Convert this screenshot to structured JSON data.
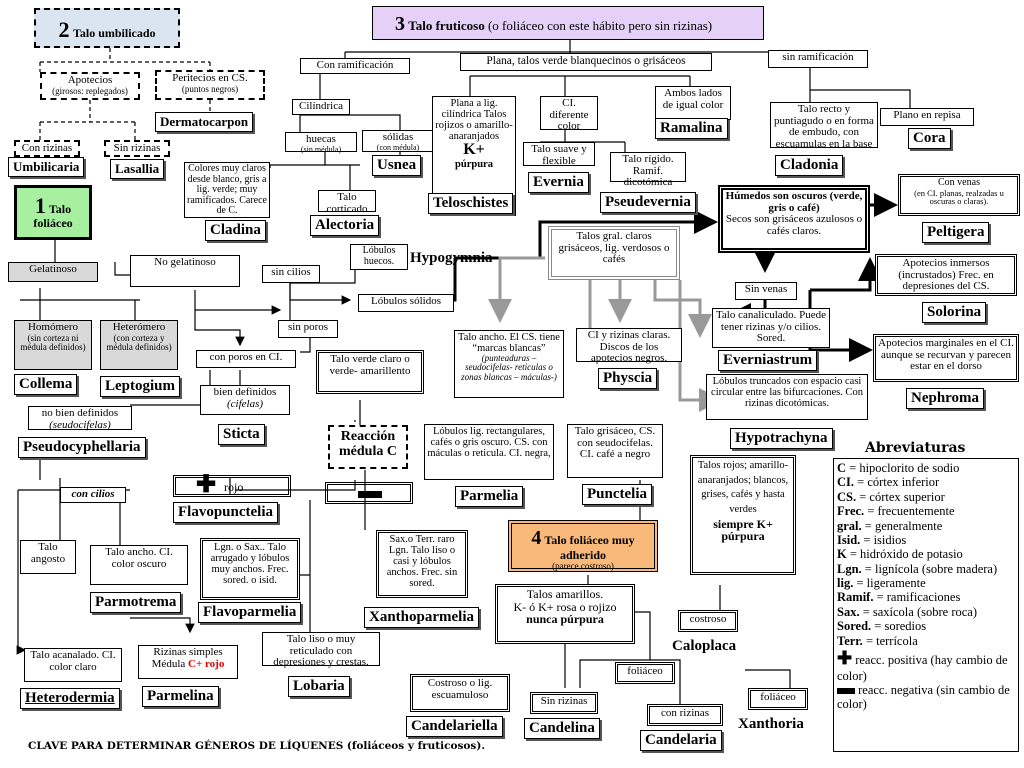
{
  "diagram_title": "CLAVE PARA DETERMINAR GÉNEROS DE LÍQUENES (foliáceos y fruticosos).",
  "nodes": {
    "n2_num": "2",
    "n2_label": "Talo umbilicado",
    "n3_num": "3",
    "n3_label": "Talo fruticoso",
    "n3_sub": "(o foliáceo con este hábito pero sin rizinas)",
    "n1_num": "1",
    "n1_label": "Talo foliáceo",
    "n4_num": "4",
    "n4_label": "Talo foliáceo muy adherido",
    "n4_sub": "(parece costroso)",
    "apotecios": "Apotecios",
    "apotecios_sub": "(girosos: replegados)",
    "peritecios": "Peritecios en CS.",
    "peritecios_sub": "(puntos negros)",
    "con_rizinas": "Con rizinas",
    "sin_rizinas": "Sin rizinas",
    "con_ramificacion": "Con ramificación",
    "plana": "Plana, talos verde blanquecinos o grisáceos",
    "sin_ramificacion": "sin ramificación",
    "cilindrica": "Cilíndrica",
    "huecas": "huecas",
    "huecas_sub": "(sin médula)",
    "solidas": "sólidas",
    "solidas_sub": "(con médula)",
    "plana_lig": "Plana a lig. cilíndrica Talos rojizos o amarillo-anaranjados",
    "plana_lig_k": "K+",
    "plana_lig_purpura": "púrpura",
    "ci_diferente": "CI. diferente color",
    "ambos_lados": "Ambos lados de igual color",
    "talo_recto": "Talo recto y puntiagudo o en forma de embudo, con escuamulas en la base",
    "plano_repisa": "Plano en repisa",
    "colores_muy_claros": "Colores muy claros desde blanco, gris a lig. verde; muy ramificados. Carece de C.",
    "talo_corticado": "Talo corticado",
    "talo_suave": "Talo suave y flexible",
    "talo_rigido": "Talo rígido. Ramif. dicotómica",
    "humedos": "Húmedos son oscuros (verde, gris o café)",
    "humedos_sub": "Secos son grisáceos azulosos o cafés claros.",
    "con_venas": "Con venas",
    "con_venas_sub": "(en CI. planas, realzadas u oscuras o claras).",
    "gelatinoso": "Gelatinoso",
    "no_gelatinoso": "No gelatinoso",
    "sin_cilios": "sin cilios",
    "lobulos_huecos": "Lóbulos huecos.",
    "lobulos_solidos": "Lóbulos sólidos",
    "talos_gral": "Talos gral. claros grisáceos, lig. verdosos o cafés",
    "sin_venas": "Sin venas",
    "apotecios_inmersos": "Apotecios inmersos (incrustados) Frec. en depresiones del CS.",
    "homomero": "Homómero",
    "homomero_sub": "(sin corteza ni médula definidos)",
    "heteromero": "Heterómero",
    "heteromero_sub": "(con corteza y médula definidos)",
    "sin_poros": "sin poros",
    "con_poros": "con poros en CI.",
    "talo_verde_claro": "Talo verde claro o verde- amarillento",
    "talo_ancho_cs": "Talo ancho. El CS. tiene “marcas blancas”",
    "talo_ancho_cs_sub": "(punteaduras – seudocifelas- reticulas o zonas blancas – máculas-)",
    "ci_rizinas_claras": "CI y rizinas claras. Discos de los apotecios negros.",
    "talo_canaliculado": "Talo canaliculado. Puede tener rizinas y/o cilios. Sored.",
    "apotecios_marginales": "Apotecios marginales en el CI. aunque se recurvan y parecen estar en el dorso",
    "lobulos_truncados": "Lóbulos truncados con espacio casi circular entre las bifurcaciones. Con rizinas dicotómicas.",
    "bien_definidos": "bien definidos",
    "bien_definidos_sub": "(cifelas)",
    "no_bien_definidos": "no bien definidos",
    "no_bien_definidos_sub": "(seudocifelas)",
    "reaccion": "Reacción médula C",
    "lobulos_lig": "Lóbulos lig. rectangulares, cafés o gris oscuro. CS. con máculas o reticula. CI. negra,",
    "talo_grisaceo": "Talo grisáceo, CS. con seudocifelas. CI. café a negro",
    "talos_rojos": "Talos rojos; amarillo-anaranjados; blancos, grises, cafés y hasta verdes",
    "talos_rojos_siempre": "siempre K+ púrpura",
    "con_cilios": "con cilios",
    "rojo_label": "rojo",
    "talo_angosto": "Talo angosto",
    "talo_ancho_ci": "Talo ancho. CI. color oscuro",
    "lgn_sax": "Lgn. o Sax.. Talo arrugado y lóbulos muy anchos. Frec. sored. o isid.",
    "sax_terr": "Sax.o Terr. raro Lgn. Talo liso o casi y lóbulos anchos. Frec. sin sored.",
    "talos_amarillos": "Talos amarillos.",
    "k_rosa": "K- ó K+ rosa o rojizo",
    "nunca_purpura": "nunca púrpura",
    "costroso": "costroso",
    "talo_liso": "Talo liso o muy reticulado con depresiones y crestas.",
    "talo_acanalado": "Talo acanalado. CI. color claro",
    "rizinas_simples": "Rizinas simples",
    "medula_c": "Médula",
    "medula_c_red": "C+ rojo",
    "costroso_lig": "Costroso o lig. escuamuloso",
    "sin_rizinas2": "Sin rizinas",
    "foliaceo1": "foliáceo",
    "foliaceo2": "foliáceo",
    "con_rizinas2": "con rizinas"
  },
  "genera": {
    "dermatocarpon": "Dermatocarpon",
    "umbilicaria": "Umbilicaria",
    "lasallia": "Lasallia",
    "usnea": "Usnea",
    "ramalina": "Ramalina",
    "cora": "Cora",
    "cladonia": "Cladonia",
    "evernia": "Evernia",
    "teloschistes": "Teloschistes",
    "pseudevernia": "Pseudevernia",
    "cladina": "Cladina",
    "alectoria": "Alectoria",
    "peltigera": "Peltigera",
    "hypogymnia": "Hypogymnia",
    "solorina": "Solorina",
    "collema": "Collema",
    "leptogium": "Leptogium",
    "everniastrum": "Everniastrum",
    "physcia": "Physcia",
    "nephroma": "Nephroma",
    "hypotrachyna": "Hypotrachyna",
    "sticta": "Sticta",
    "pseudocyphellaria": "Pseudocyphellaria",
    "parmelia": "Parmelia",
    "punctelia": "Punctelia",
    "flavopunctelia": "Flavopunctelia",
    "parmotrema": "Parmotrema",
    "flavoparmelia": "Flavoparmelia",
    "xanthoparmelia": "Xanthoparmelia",
    "caloplaca": "Caloplaca",
    "lobaria": "Lobaria",
    "heterodermia": "Heterodermia",
    "parmelina": "Parmelina",
    "candelariella": "Candelariella",
    "candelina": "Candelina",
    "candelaria": "Candelaria",
    "xanthoria": "Xanthoria"
  },
  "abbrev_title": "Abreviaturas",
  "abbreviations": [
    {
      "k": "C",
      "v": " = hipoclorito de sodio"
    },
    {
      "k": "CI.",
      "v": " = córtex inferior"
    },
    {
      "k": "CS.",
      "v": " = córtex superior"
    },
    {
      "k": "Frec.",
      "v": " = frecuentemente"
    },
    {
      "k": "gral.",
      "v": " = generalmente"
    },
    {
      "k": "Isid.",
      "v": " = isidios"
    },
    {
      "k": "K",
      "v": " = hidróxido de potasio"
    },
    {
      "k": "Lgn.",
      "v": " = lignícola (sobre madera)"
    },
    {
      "k": "lig.",
      "v": " = ligeramente"
    },
    {
      "k": "Ramif.",
      "v": " = ramificaciones"
    },
    {
      "k": "Sax.",
      "v": " = saxícola (sobre roca)"
    },
    {
      "k": "Sored.",
      "v": " = soredios"
    },
    {
      "k": "Terr.",
      "v": " = terrícola"
    }
  ],
  "legend_plus": "reacc. positiva (hay cambio de color)",
  "legend_minus": "reacc. negativa (sin cambio de color)",
  "colors": {
    "umbilicado": "#dbe5f1",
    "fruticoso": "#e5d0f7",
    "foliaceo": "#a6f0a0",
    "adherido": "#f9b97a",
    "gray_box": "#d9d9d9",
    "red": "#e00000"
  }
}
